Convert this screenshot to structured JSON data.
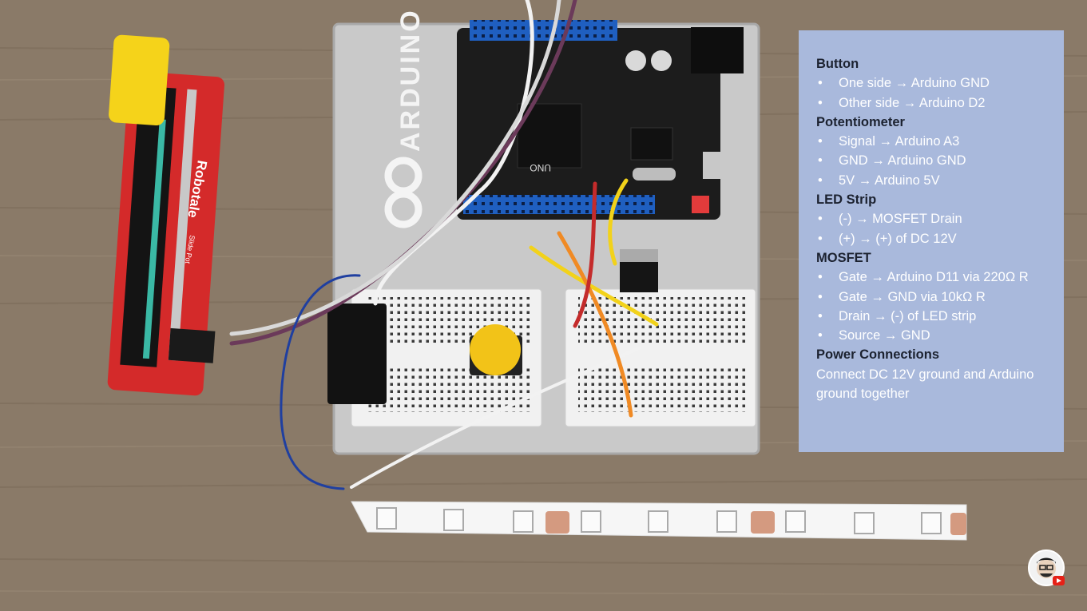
{
  "photo": {
    "board_logo_text": "ARDUINO",
    "board_model": "UNO",
    "slider_brand": "Robotale",
    "slider_label": "Slide Pot"
  },
  "panel": {
    "sections": [
      {
        "title": "Button",
        "items": [
          "One side → Arduino GND",
          "Other side → Arduino D2"
        ]
      },
      {
        "title": "Potentiometer",
        "items": [
          "Signal → Arduino A3",
          "GND → Arduino GND",
          "5V → Arduino 5V"
        ]
      },
      {
        "title": "LED Strip",
        "items": [
          "(-) → MOSFET Drain",
          "(+) → (+) of DC 12V"
        ]
      },
      {
        "title": "MOSFET",
        "items": [
          "Gate → Arduino D11 via 220Ω R",
          "Gate → GND via 10kΩ R",
          "Drain → (-) of LED strip",
          "Source → GND"
        ]
      },
      {
        "title": "Power Connections",
        "note": "Connect DC 12V ground and Arduino ground together"
      }
    ]
  },
  "colors": {
    "table": "#8a7a68",
    "panel": "#a9b9dc",
    "board": "#1c1c1c",
    "headers": "#1f5fc0",
    "slider_pcb": "#d42a2a",
    "knob": "#f5d31a",
    "button_cap": "#f2c318"
  }
}
